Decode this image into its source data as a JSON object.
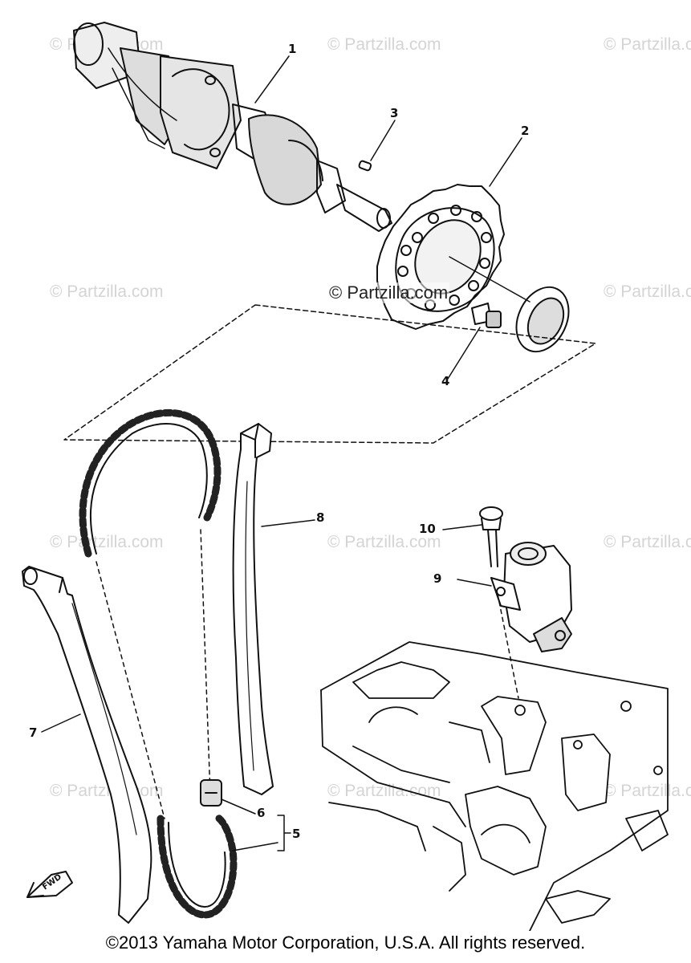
{
  "watermark": {
    "text": "© Partzilla.com",
    "center_text": "© Partzilla.com"
  },
  "callouts": [
    "1",
    "2",
    "3",
    "4",
    "5",
    "6",
    "7",
    "8",
    "9",
    "10"
  ],
  "direction_marker": "FWD",
  "copyright": "©2013 Yamaha Motor Corporation, U.S.A. All rights reserved.",
  "colors": {
    "ink": "#111111",
    "watermark": "#d4d4d4"
  }
}
